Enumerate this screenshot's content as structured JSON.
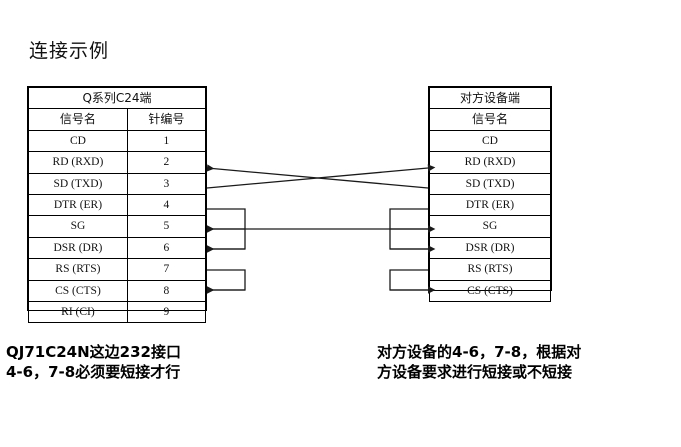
{
  "page": {
    "title": "连接示例"
  },
  "left_table": {
    "name": "Q系列C24端",
    "header_signal": "信号名",
    "header_pin": "针编号",
    "rows": [
      {
        "signal": "CD",
        "pin": "1"
      },
      {
        "signal": "RD (RXD)",
        "pin": "2"
      },
      {
        "signal": "SD (TXD)",
        "pin": "3"
      },
      {
        "signal": "DTR (ER)",
        "pin": "4"
      },
      {
        "signal": "SG",
        "pin": "5"
      },
      {
        "signal": "DSR (DR)",
        "pin": "6"
      },
      {
        "signal": "RS (RTS)",
        "pin": "7"
      },
      {
        "signal": "CS (CTS)",
        "pin": "8"
      },
      {
        "signal": "RI (CI)",
        "pin": "9"
      }
    ]
  },
  "right_table": {
    "name": "对方设备端",
    "header_signal": "信号名",
    "rows": [
      {
        "signal": "CD"
      },
      {
        "signal": "RD (RXD)"
      },
      {
        "signal": "SD (TXD)"
      },
      {
        "signal": "DTR (ER)"
      },
      {
        "signal": "SG"
      },
      {
        "signal": "DSR (DR)"
      },
      {
        "signal": "RS (RTS)"
      },
      {
        "signal": "CS (CTS)"
      }
    ]
  },
  "captions": {
    "left": "QJ71C24N这边232接口\n4-6，7-8必须要短接才行",
    "right": "对方设备的4-6，7-8，根据对\n方设备要求进行短接或不短接"
  },
  "wiring": {
    "line_color": "#1a1a1a",
    "connections": [
      {
        "id": "rd-from-sd",
        "from": "right.SD (TXD)",
        "to": "left.RD (RXD)",
        "style": "cross"
      },
      {
        "id": "sd-to-rd",
        "from": "left.SD (TXD)",
        "to": "right.RD (RXD)",
        "style": "cross"
      },
      {
        "id": "sg-link",
        "from": "left.SG",
        "to": "right.SG",
        "style": "straight"
      },
      {
        "id": "left-jumper-dtr-dsr",
        "pins": "4-6",
        "style": "bracket"
      },
      {
        "id": "left-jumper-rs-cs",
        "pins": "7-8",
        "style": "bracket"
      },
      {
        "id": "right-jumper-dtr-dsr",
        "pins": "4-6",
        "style": "bracket"
      },
      {
        "id": "right-jumper-rs-cs",
        "pins": "7-8",
        "style": "bracket"
      }
    ]
  }
}
